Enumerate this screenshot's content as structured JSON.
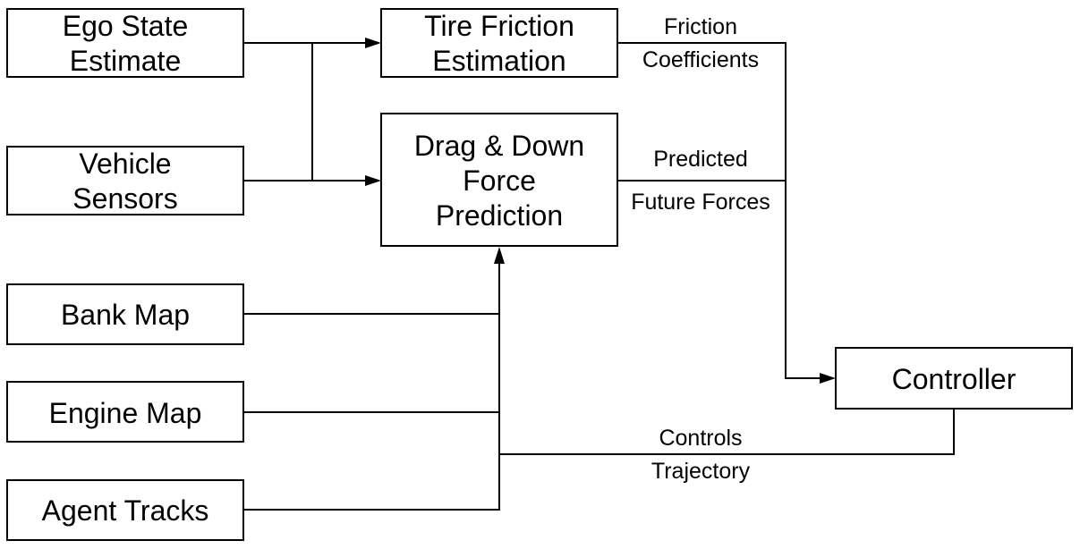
{
  "nodes": {
    "ego_state": {
      "lines": [
        "Ego State",
        "Estimate"
      ]
    },
    "vehicle_sensors": {
      "lines": [
        "Vehicle",
        "Sensors"
      ]
    },
    "bank_map": {
      "lines": [
        "Bank Map"
      ]
    },
    "engine_map": {
      "lines": [
        "Engine Map"
      ]
    },
    "agent_tracks": {
      "lines": [
        "Agent Tracks"
      ]
    },
    "tire_friction": {
      "lines": [
        "Tire Friction",
        "Estimation"
      ]
    },
    "drag_force": {
      "lines": [
        "Drag & Down",
        "Force",
        "Prediction"
      ]
    },
    "controller": {
      "lines": [
        "Controller"
      ]
    }
  },
  "edge_labels": {
    "friction": [
      "Friction",
      "Coefficients"
    ],
    "forces": [
      "Predicted",
      "Future Forces"
    ],
    "controls": [
      "Controls",
      "Trajectory"
    ]
  }
}
